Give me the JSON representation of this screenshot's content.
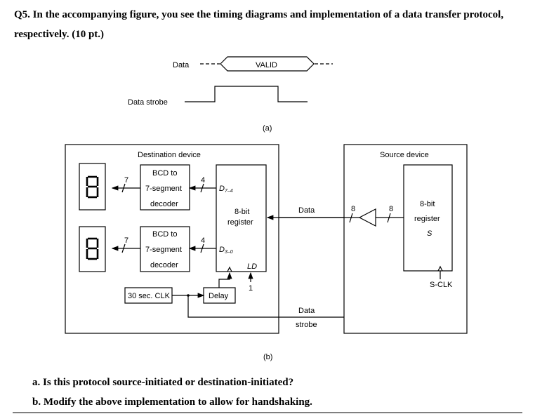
{
  "question": {
    "line1": "Q5. In the accompanying figure, you see the timing diagrams and implementation of a data transfer protocol,",
    "line2": "respectively. (10 pt.)",
    "part_a": "a.   Is this protocol source-initiated or destination-initiated?",
    "part_b": "b.   Modify the above implementation to allow for handshaking."
  },
  "timing": {
    "data_label": "Data",
    "valid_label": "VALID",
    "strobe_label": "Data strobe",
    "caption": "(a)"
  },
  "implementation": {
    "caption": "(b)",
    "destination": {
      "title": "Destination device",
      "decoder_line1": "BCD to",
      "decoder_line2": "7-segment",
      "decoder_line3": "decoder",
      "bus7": "7",
      "bus4": "4",
      "d_hi": "D",
      "d_hi_sub": "7–4",
      "d_lo": "D",
      "d_lo_sub": "3–0",
      "register_line1": "8-bit",
      "register_line2": "register",
      "ld": "LD",
      "ld_value": "1",
      "clock": "30 sec. CLK",
      "delay": "Delay"
    },
    "bus": {
      "data": "Data",
      "strobe_line1": "Data",
      "strobe_line2": "strobe"
    },
    "source": {
      "title": "Source device",
      "bus8": "8",
      "register_line1": "8-bit",
      "register_line2": "register",
      "register_name": "S",
      "clock": "S-CLK"
    }
  }
}
